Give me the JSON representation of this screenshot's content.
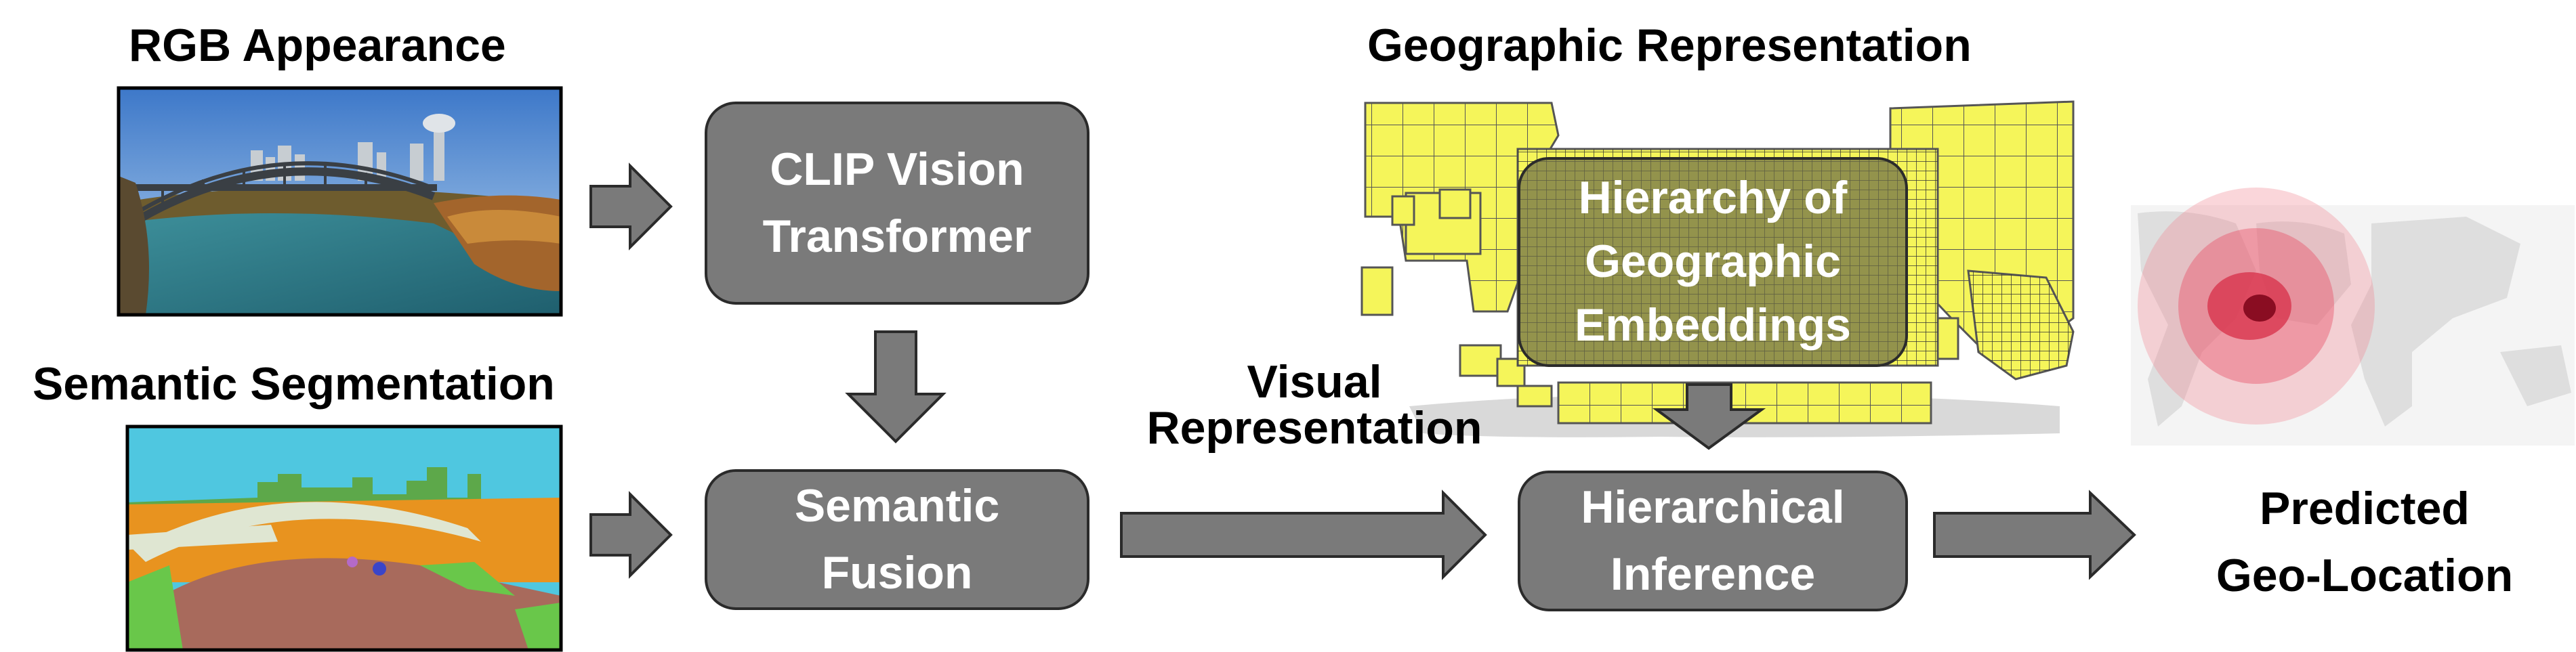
{
  "inputs": {
    "rgb_title": "RGB Appearance",
    "seg_title": "Semantic Segmentation"
  },
  "geo_title": "Geographic Representation",
  "boxes": {
    "clip_line1": "CLIP Vision",
    "clip_line2": "Transformer",
    "fusion_line1": "Semantic",
    "fusion_line2": "Fusion",
    "hier_emb_line1": "Hierarchy of",
    "hier_emb_line2": "Geographic",
    "hier_emb_line3": "Embeddings",
    "hier_inf_line1": "Hierarchical",
    "hier_inf_line2": "Inference"
  },
  "visual_rep": {
    "line1": "Visual",
    "line2": "Representation"
  },
  "output": {
    "line1": "Predicted",
    "line2": "Geo-Location"
  },
  "colors": {
    "box_fill": "#7a7a7a",
    "arrow_fill": "#7a7a7a",
    "grid_fill": "#f5f55a",
    "heat_core": "#c2193a"
  }
}
